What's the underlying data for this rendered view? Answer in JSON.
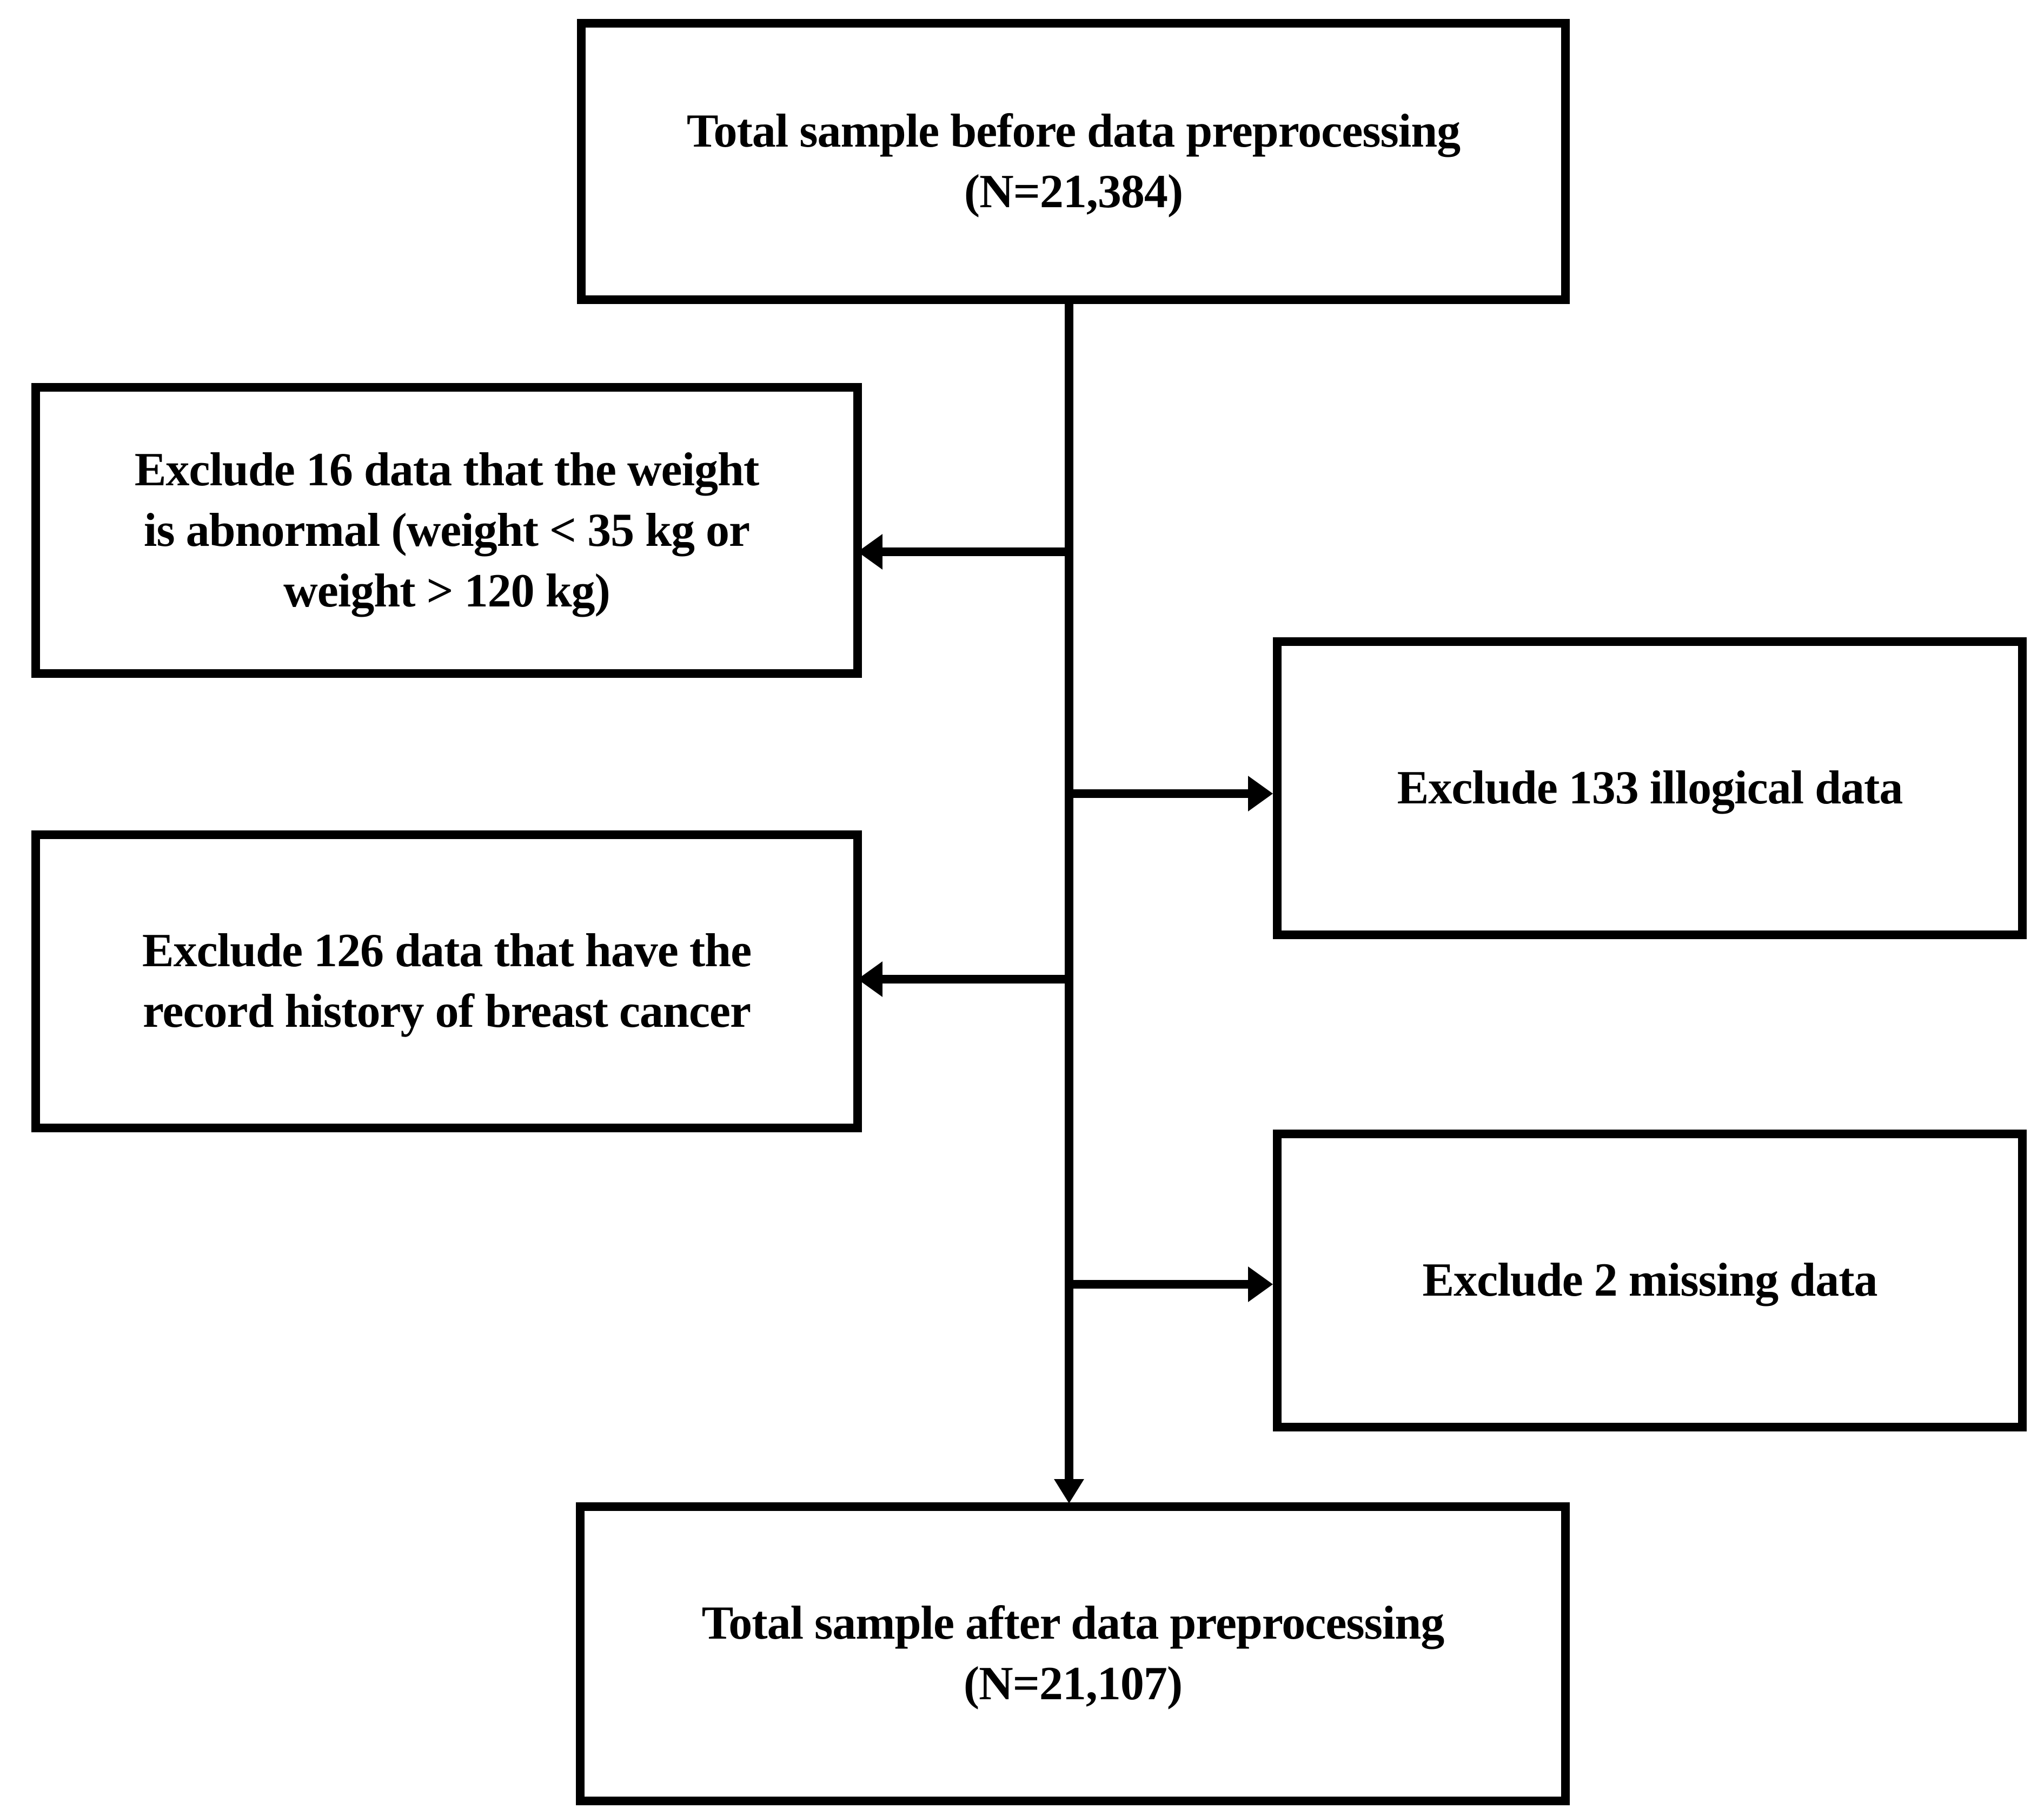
{
  "nodes": {
    "total_before": {
      "lines": [
        "Total sample before data preprocessing",
        "(N=21,384)"
      ]
    },
    "exclude_abnormal_weight": {
      "lines": [
        "Exclude 16 data that the weight",
        "is abnormal (weight < 35 kg or",
        "weight > 120 kg)"
      ]
    },
    "exclude_illogical": {
      "lines": [
        "Exclude 133 illogical data"
      ]
    },
    "exclude_breast_cancer_history": {
      "lines": [
        "Exclude 126 data that have the",
        "record history of breast cancer"
      ]
    },
    "exclude_missing": {
      "lines": [
        "Exclude 2 missing data"
      ]
    },
    "total_after": {
      "lines": [
        "Total sample after data preprocessing",
        "(N=21,107)"
      ]
    }
  },
  "edges": [
    {
      "from": "total_before",
      "to": "exclude_abnormal_weight",
      "direction": "left"
    },
    {
      "from": "total_before",
      "to": "exclude_illogical",
      "direction": "right"
    },
    {
      "from": "total_before",
      "to": "exclude_breast_cancer_history",
      "direction": "left"
    },
    {
      "from": "total_before",
      "to": "exclude_missing",
      "direction": "right"
    },
    {
      "from": "total_before",
      "to": "total_after",
      "direction": "down"
    }
  ],
  "colors": {
    "border": "#000000",
    "text": "#000000",
    "background": "#ffffff"
  }
}
